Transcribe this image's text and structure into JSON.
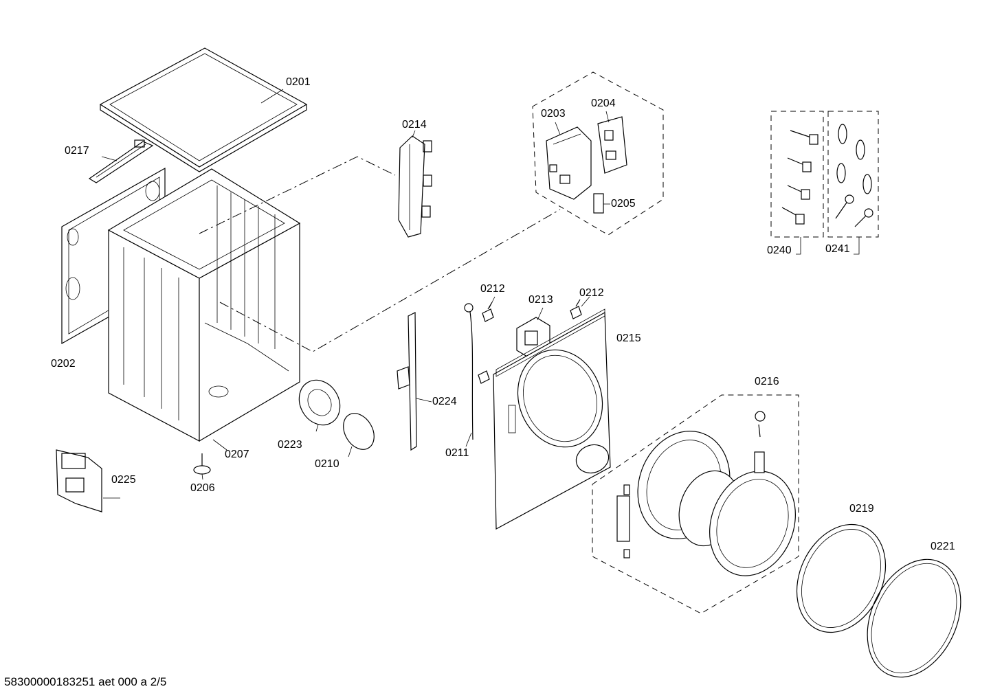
{
  "diagram": {
    "footer": "58300000183251 aet 000 a 2/5",
    "parts": [
      {
        "id": "0201"
      },
      {
        "id": "0202"
      },
      {
        "id": "0203"
      },
      {
        "id": "0204"
      },
      {
        "id": "0205"
      },
      {
        "id": "0206"
      },
      {
        "id": "0207"
      },
      {
        "id": "0210"
      },
      {
        "id": "0211"
      },
      {
        "id": "0212a",
        "label": "0212"
      },
      {
        "id": "0212b",
        "label": "0212"
      },
      {
        "id": "0213"
      },
      {
        "id": "0214"
      },
      {
        "id": "0215"
      },
      {
        "id": "0216"
      },
      {
        "id": "0217"
      },
      {
        "id": "0219"
      },
      {
        "id": "0221"
      },
      {
        "id": "0223"
      },
      {
        "id": "0224"
      },
      {
        "id": "0225"
      },
      {
        "id": "0240"
      },
      {
        "id": "0241"
      }
    ]
  }
}
